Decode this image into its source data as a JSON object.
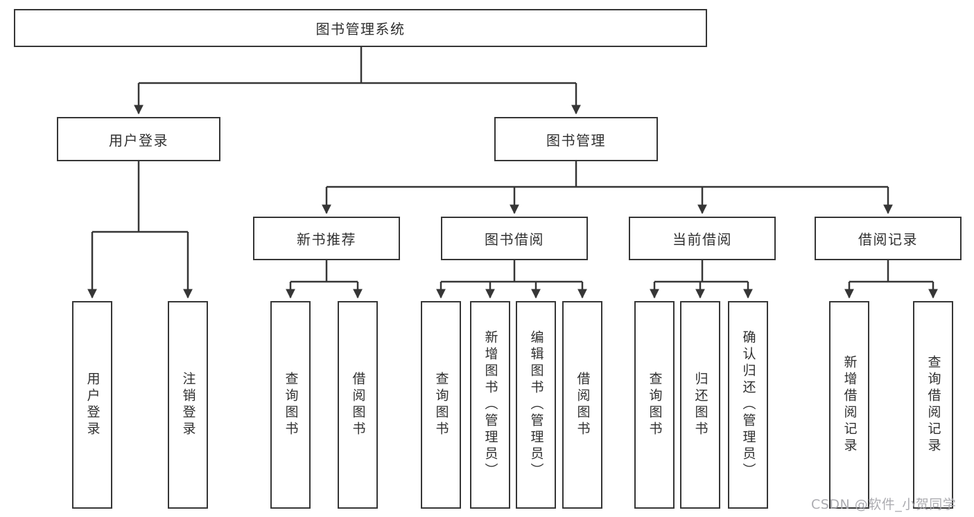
{
  "diagram": {
    "title_node": "图书管理系统",
    "branches": {
      "user_login": {
        "label": "用户登录",
        "children": [
          "用户登录",
          "注销登录"
        ]
      },
      "book_management": {
        "label": "图书管理",
        "modules": [
          {
            "label": "新书推荐",
            "children": [
              "查询图书",
              "借阅图书"
            ]
          },
          {
            "label": "图书借阅",
            "children": [
              "查询图书",
              "新增图书（管理员）",
              "编辑图书（管理员）",
              "借阅图书"
            ]
          },
          {
            "label": "当前借阅",
            "children": [
              "查询图书",
              "归还图书",
              "确认归还（管理员）"
            ]
          },
          {
            "label": "借阅记录",
            "children": [
              "新增借阅记录",
              "查询借阅记录"
            ]
          }
        ]
      }
    },
    "watermark": "CSDN @软件_小贺同学"
  },
  "colors": {
    "line": "#363636",
    "text": "#303030",
    "watermark": "#a8a8ad",
    "background": "#ffffff"
  }
}
